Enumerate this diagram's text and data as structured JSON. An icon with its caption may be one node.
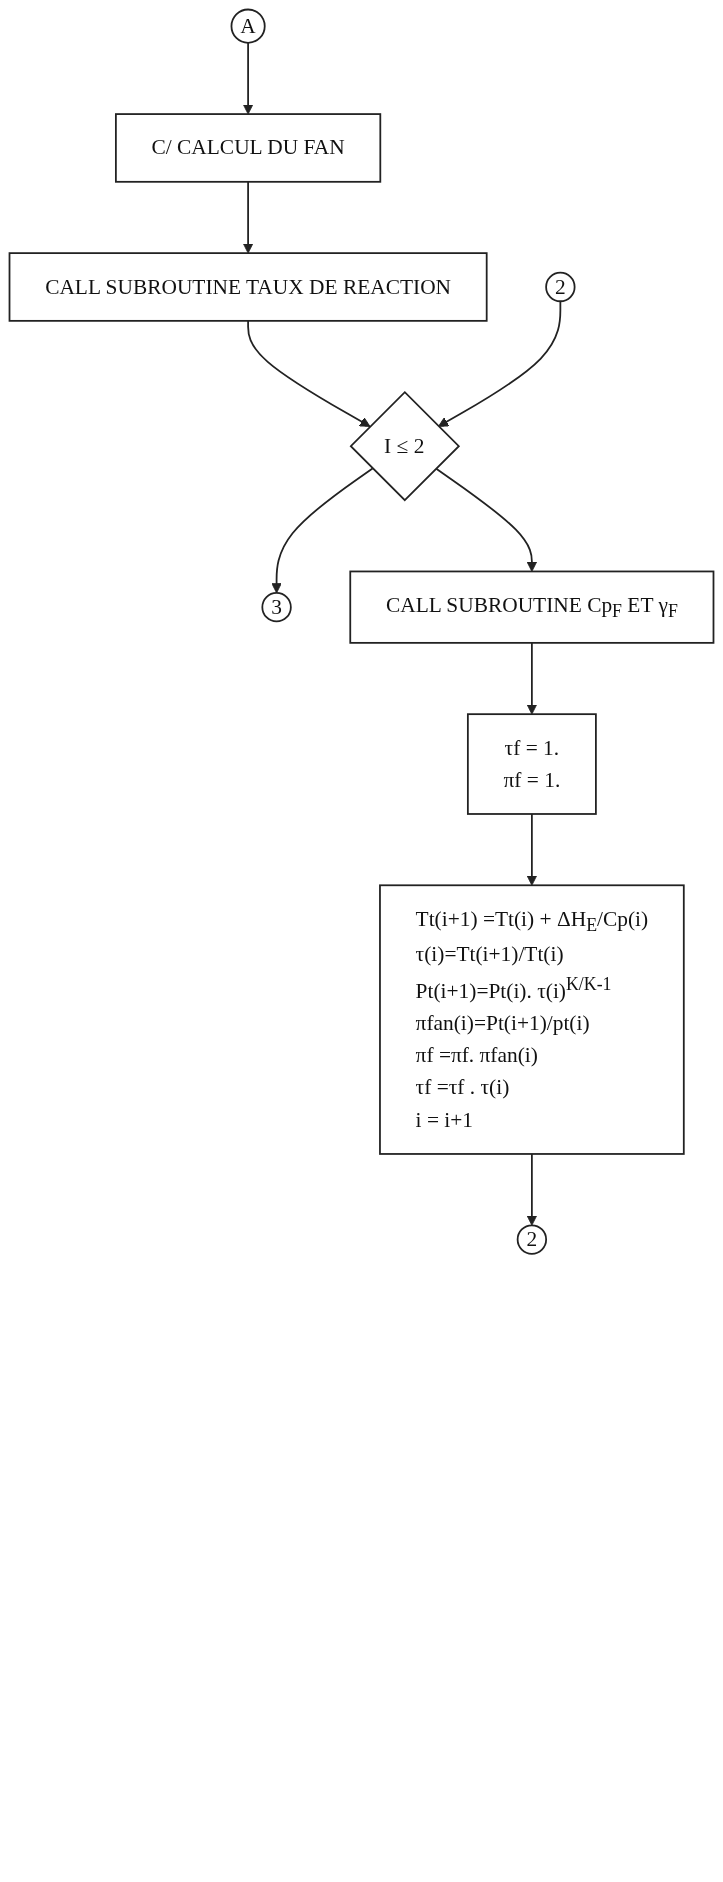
{
  "diagram": {
    "nodes": [
      {
        "text": [
          "A"
        ]
      },
      {
        "text": [
          "C/ CALCUL  DU FAN"
        ]
      },
      {
        "text": [
          "CALL SUBROUTINE TAUX DE REACTION"
        ]
      },
      {
        "text": [
          "2"
        ]
      },
      {
        "text": [
          "I ≤ 2"
        ]
      },
      {
        "text": [
          "3"
        ]
      },
      {
        "text": [
          "CALL SUBROUTINE  Cp$_{F}$ ET γ$_{F}$"
        ]
      },
      {
        "text": [
          "τf  = 1.",
          "πf  = 1."
        ]
      },
      {
        "text": [
          "Tt(i+1) =Tt(i) + ΔH$_{E}$/Cp(i)",
          "τ(i)=Tt(i+1)/Tt(i)",
          "Pt(i+1)=Pt(i). τ(i)$^{K/K-1}$",
          "πfan(i)=Pt(i+1)/pt(i)",
          "πf =πf. πfan(i)",
          "τf =τf . τ(i)",
          "i = i+1"
        ]
      },
      {
        "text": [
          "2"
        ]
      }
    ],
    "edges": [
      {
        "from": 0,
        "to": 1,
        "arrow": "to"
      },
      {
        "from": 1,
        "to": 2,
        "arrow": "to"
      },
      {
        "from": 2,
        "to": 4,
        "arrow": "to"
      },
      {
        "from": 3,
        "to": 4,
        "arrow": "to"
      },
      {
        "from": 4,
        "to": 5,
        "arrow": "to"
      },
      {
        "from": 4,
        "to": 6,
        "arrow": "to"
      },
      {
        "from": 6,
        "to": 7,
        "arrow": "to"
      },
      {
        "from": 7,
        "to": 8,
        "arrow": "to"
      },
      {
        "from": 8,
        "to": 9,
        "arrow": "to"
      }
    ]
  }
}
